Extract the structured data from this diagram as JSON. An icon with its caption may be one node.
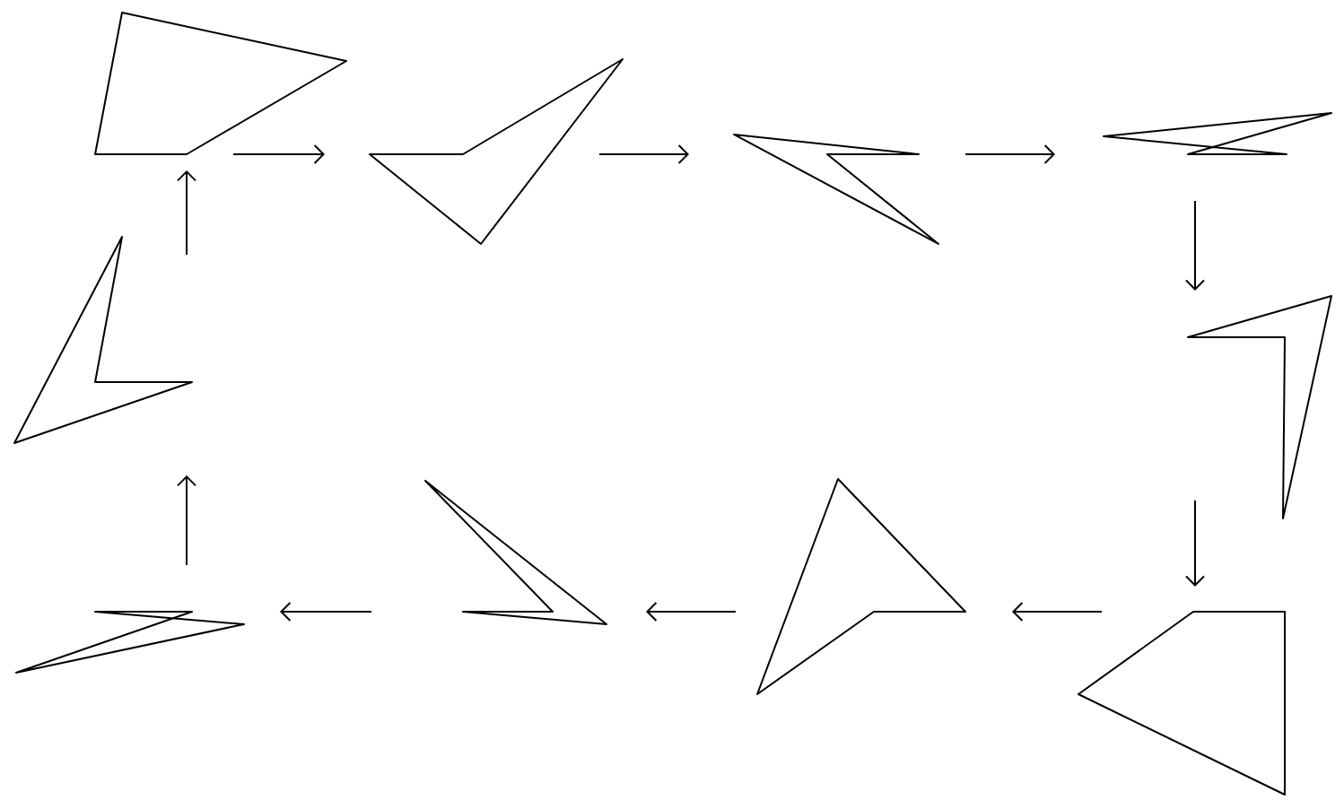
{
  "diagram": {
    "nodes": [
      {
        "text": [],
        "shape": "quadrilateral"
      },
      {
        "text": [],
        "shape": "quadrilateral"
      },
      {
        "text": [],
        "shape": "quadrilateral"
      },
      {
        "text": [],
        "shape": "quadrilateral"
      },
      {
        "text": [],
        "shape": "quadrilateral"
      },
      {
        "text": [],
        "shape": "quadrilateral"
      },
      {
        "text": [],
        "shape": "quadrilateral"
      },
      {
        "text": [],
        "shape": "quadrilateral"
      },
      {
        "text": [],
        "shape": "quadrilateral"
      },
      {
        "text": [],
        "shape": "quadrilateral"
      }
    ],
    "edges": [
      {
        "from": 0,
        "to": 1,
        "arrow": "to"
      },
      {
        "from": 1,
        "to": 2,
        "arrow": "to"
      },
      {
        "from": 2,
        "to": 3,
        "arrow": "to"
      },
      {
        "from": 3,
        "to": 4,
        "arrow": "to"
      },
      {
        "from": 4,
        "to": 5,
        "arrow": "to"
      },
      {
        "from": 5,
        "to": 6,
        "arrow": "to"
      },
      {
        "from": 6,
        "to": 7,
        "arrow": "to"
      },
      {
        "from": 7,
        "to": 8,
        "arrow": "to"
      },
      {
        "from": 8,
        "to": 9,
        "arrow": "to"
      },
      {
        "from": 9,
        "to": 0,
        "arrow": "to"
      }
    ]
  }
}
